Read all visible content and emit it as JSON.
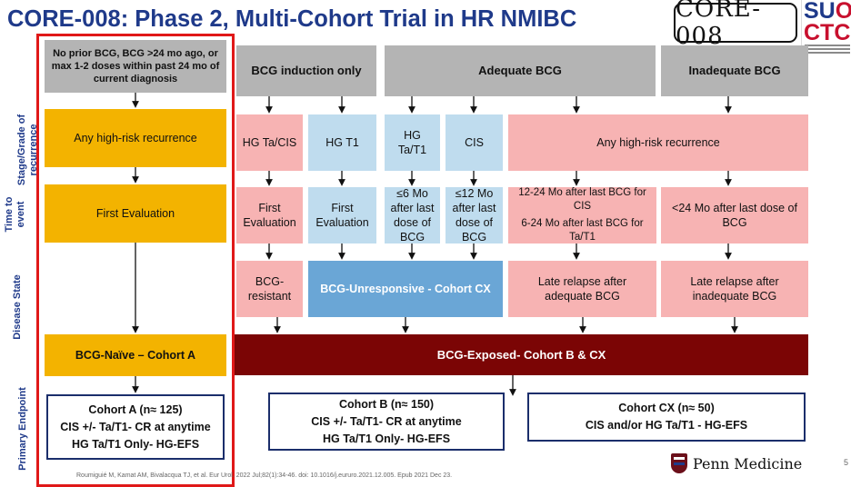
{
  "title": "CORE-008: Phase 2, Multi-Cohort Trial in HR NMIBC",
  "logo_core": "CORE-008",
  "logo_suo": {
    "line1": "SU",
    "line1_accent": "O",
    "line2": "CTC"
  },
  "row_labels": {
    "stage": "Stage/Grade of recurrence",
    "time": "Time to event",
    "disease": "Disease State",
    "endpoint": "Primary Endpoint"
  },
  "headers": {
    "naive": "No prior BCG, BCG >24 mo ago, or max 1-2 doses within past 24 mo of current diagnosis",
    "induction": "BCG induction only",
    "adequate": "Adequate BCG",
    "inadequate": "Inadequate BCG"
  },
  "stage": {
    "naive": "Any high-risk recurrence",
    "hg_ta_cis": "HG Ta/CIS",
    "hg_t1": "HG T1",
    "hg_ta_t1": "HG Ta/T1",
    "cis": "CIS",
    "any_hr": "Any high-risk recurrence"
  },
  "time": {
    "naive": "First Evaluation",
    "first_eval_1": "First Evaluation",
    "first_eval_2": "First Evaluation",
    "le6": "≤6 Mo after last dose of BCG",
    "le12": "≤12 Mo after last dose of BCG",
    "late_adequate_1": "12-24 Mo after last BCG for CIS",
    "late_adequate_2": "6-24 Mo after last BCG for Ta/T1",
    "inadequate": "<24 Mo after last dose of BCG"
  },
  "disease": {
    "resistant": "BCG-resistant",
    "unresponsive": "BCG-Unresponsive - Cohort CX",
    "late_adequate": "Late relapse after adequate BCG",
    "late_inadequate": "Late relapse after inadequate BCG",
    "naive_cohort": "BCG-Naïve – Cohort A",
    "exposed": "BCG-Exposed- Cohort B & CX"
  },
  "endpoints": {
    "a": {
      "title": "Cohort A (n≈ 125)",
      "line1": "CIS +/- Ta/T1- CR at anytime",
      "line2": "HG Ta/T1 Only- HG-EFS"
    },
    "b": {
      "title": "Cohort B (n≈ 150)",
      "line1": "CIS +/- Ta/T1- CR at anytime",
      "line2": "HG Ta/T1 Only- HG-EFS"
    },
    "cx": {
      "title": "Cohort CX (n≈ 50)",
      "line1": "CIS and/or HG Ta/T1 - HG-EFS"
    }
  },
  "citation": "Roumiguié M, Kamat AM, Bivalacqua TJ, et al. Eur Urol. 2022 Jul;82(1):34-46. doi: 10.1016/j.eururo.2021.12.005. Epub 2021 Dec 23.",
  "footer_logo": "Penn Medicine",
  "page_number": "5",
  "colors": {
    "title": "#1f3a8a",
    "gold": "#f3b300",
    "pink": "#f7b3b3",
    "light_blue": "#bfdcee",
    "mid_blue": "#6aa6d6",
    "dark_red": "#7b0505",
    "gray": "#b4b4b4",
    "highlight_frame": "#e01818"
  }
}
